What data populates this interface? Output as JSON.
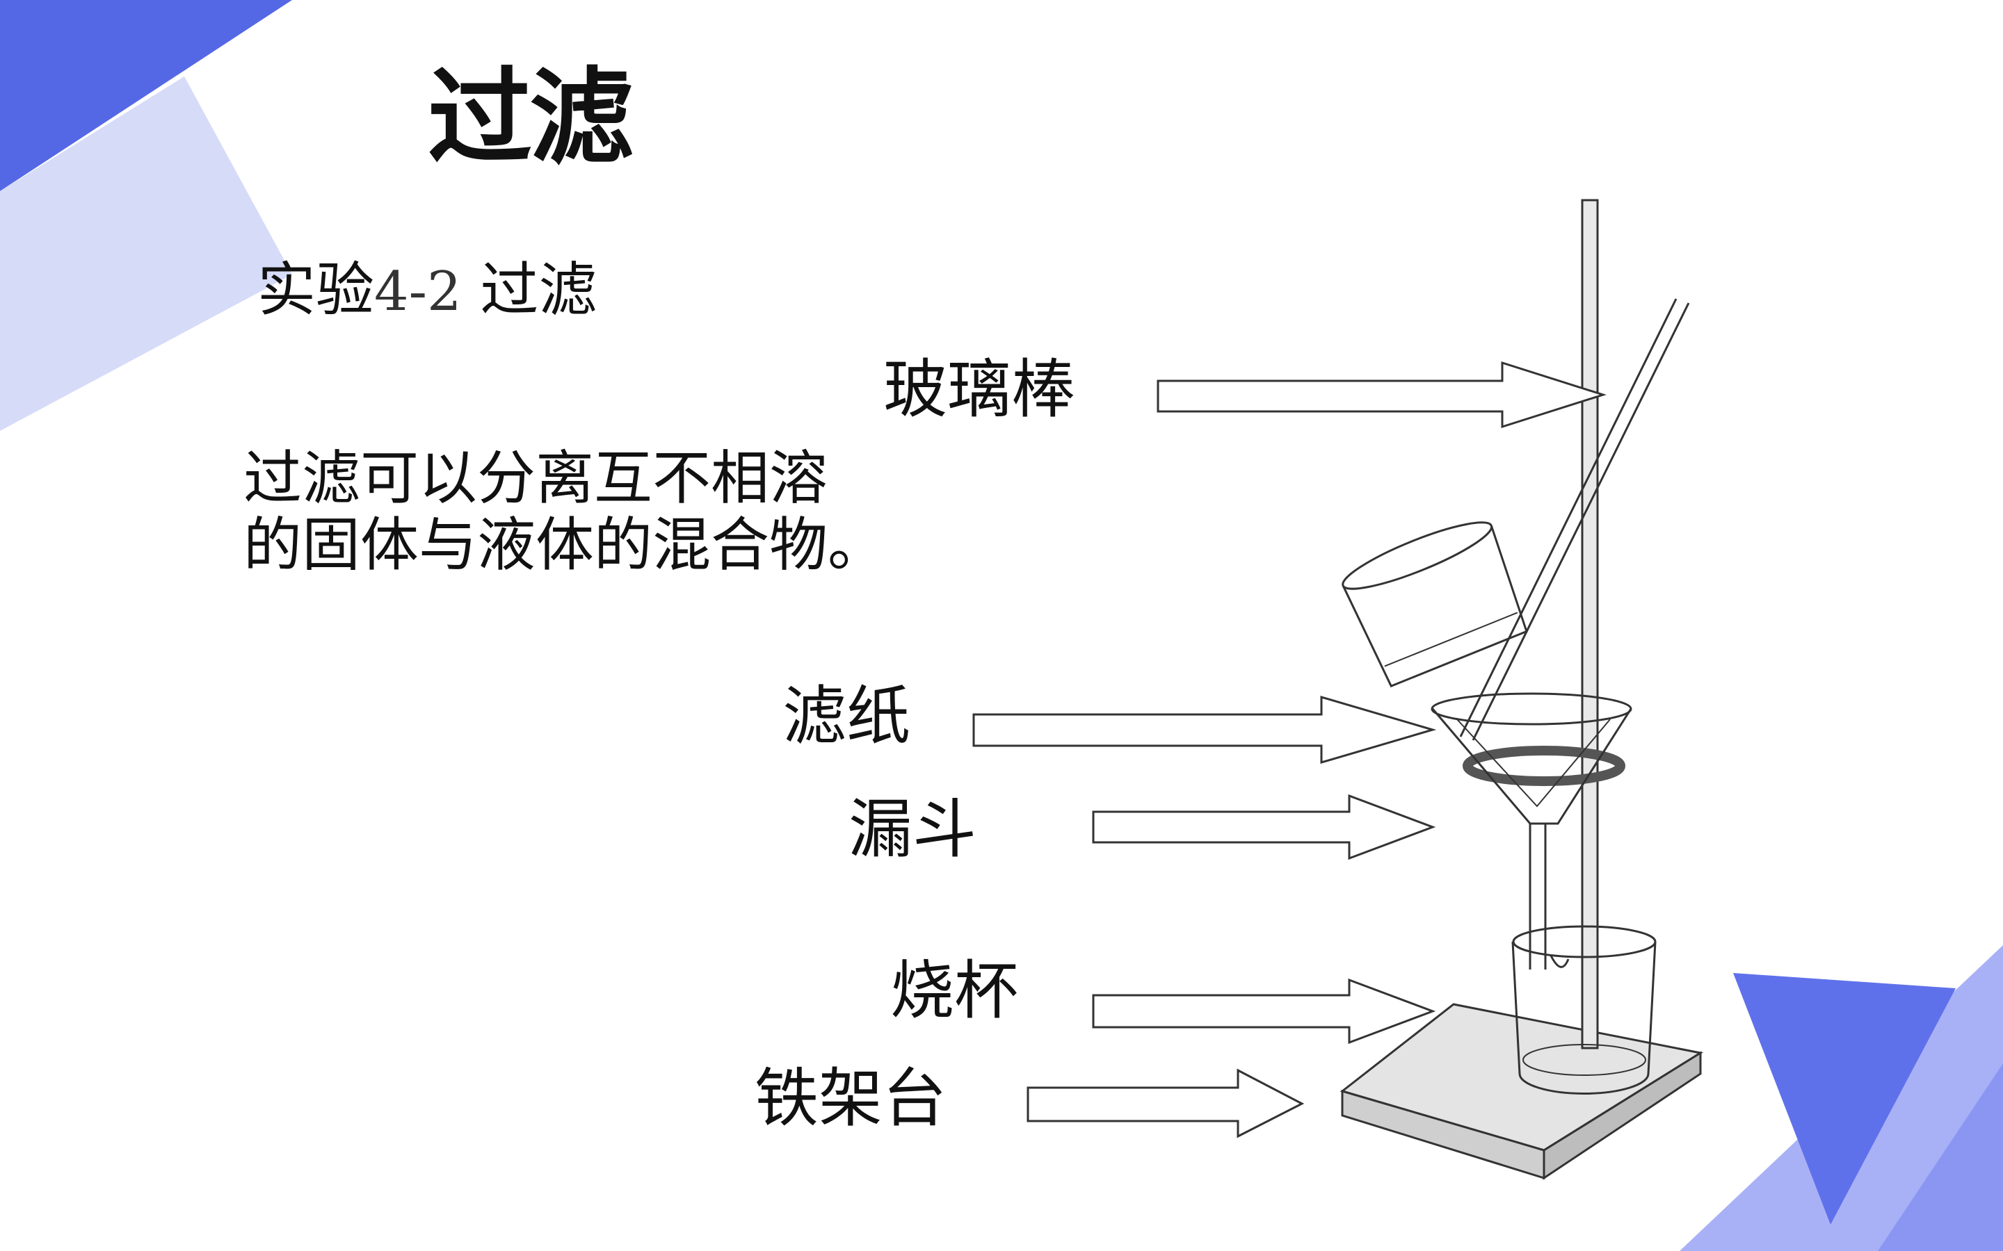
{
  "slide": {
    "title": "过滤",
    "subtitle_prefix": "实验",
    "subtitle_number": "4-2",
    "subtitle_suffix": "过滤",
    "description_line1": "过滤可以分离互不相溶",
    "description_line2": "的固体与液体的混合物。"
  },
  "labels": {
    "glass_rod": "玻璃棒",
    "filter_paper": "滤纸",
    "funnel": "漏斗",
    "beaker": "烧杯",
    "iron_stand": "铁架台"
  },
  "colors": {
    "accent_dark": "#5468e6",
    "accent_light": "#d6dbf8",
    "accent_mid": "#7f8bf0",
    "line": "#222222"
  }
}
